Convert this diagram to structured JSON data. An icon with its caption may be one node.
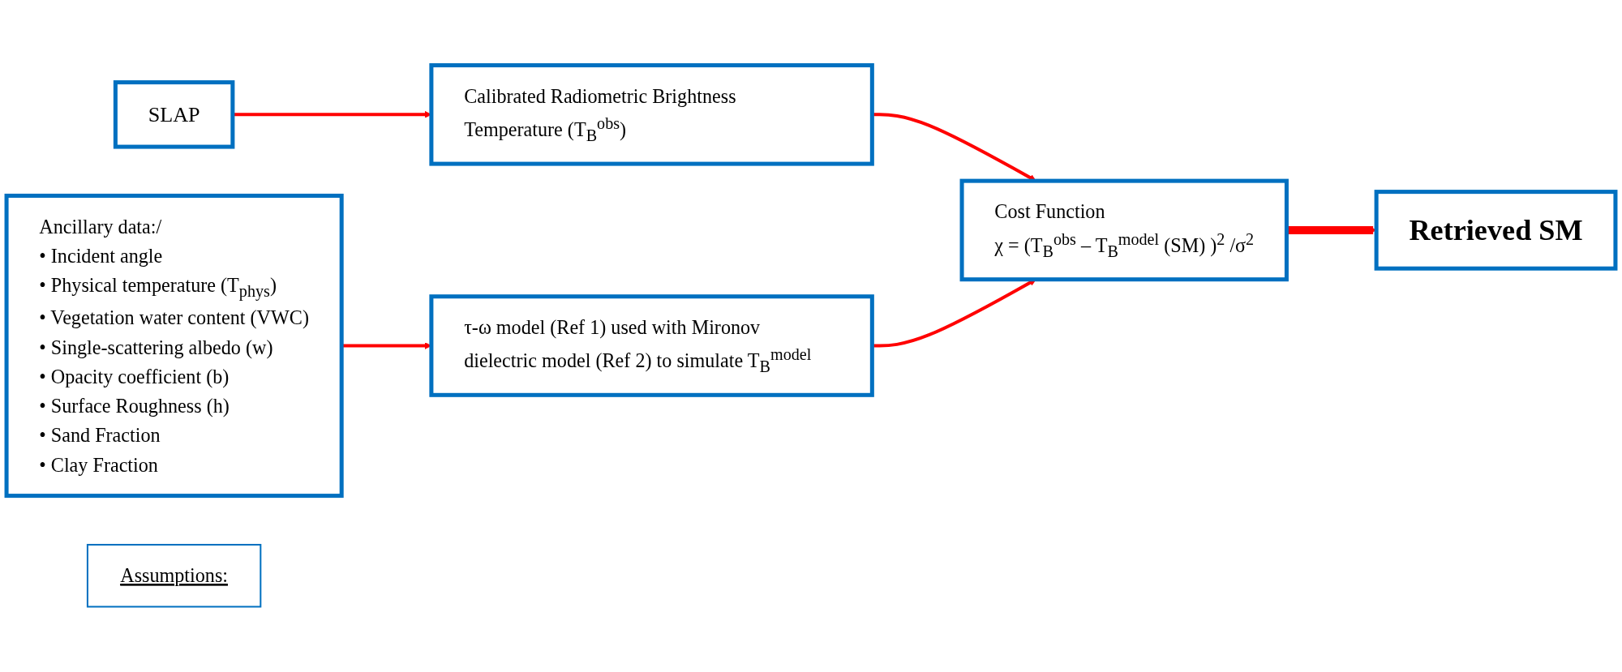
{
  "diagram": {
    "nodes": [
      {
        "text": [
          "SLAP"
        ]
      },
      {
        "text": [
          "Calibrated Radiometric Brightness Temperature (T$_{B}$$^{obs}$)"
        ]
      },
      {
        "text": [
          "Cost Function",
          "χ = (T$_{B}$$^{obs}$ – T$_{B}$$^{model}$ (SM) )$^{2}$ /σ$^{2}$"
        ]
      },
      {
        "text": [
          "Retrieved SM"
        ]
      },
      {
        "text": [
          "Ancillary data:/",
          "• Incident angle",
          "• Physical temperature (T$_{phys}$)",
          "• Vegetation water content (VWC)",
          "• Single-scattering albedo (w)",
          "• Opacity coefficient (b)",
          "• Surface Roughness (h)",
          "• Sand Fraction",
          "• Clay Fraction"
        ]
      },
      {
        "text": [
          "τ-ω model (Ref 1) used with Mironov dielectric model (Ref 2) to simulate T$_{B}$$^{model}$"
        ]
      },
      {
        "text": [
          "Assumptions:"
        ]
      }
    ],
    "edges": [
      {
        "from": 0,
        "to": 1,
        "arrow": "to"
      },
      {
        "from": 1,
        "to": 2,
        "arrow": "to"
      },
      {
        "from": 2,
        "to": 3,
        "arrow": "to",
        "style": "thick"
      },
      {
        "from": 4,
        "to": 5,
        "arrow": "to"
      },
      {
        "from": 5,
        "to": 2,
        "arrow": "to"
      }
    ]
  }
}
